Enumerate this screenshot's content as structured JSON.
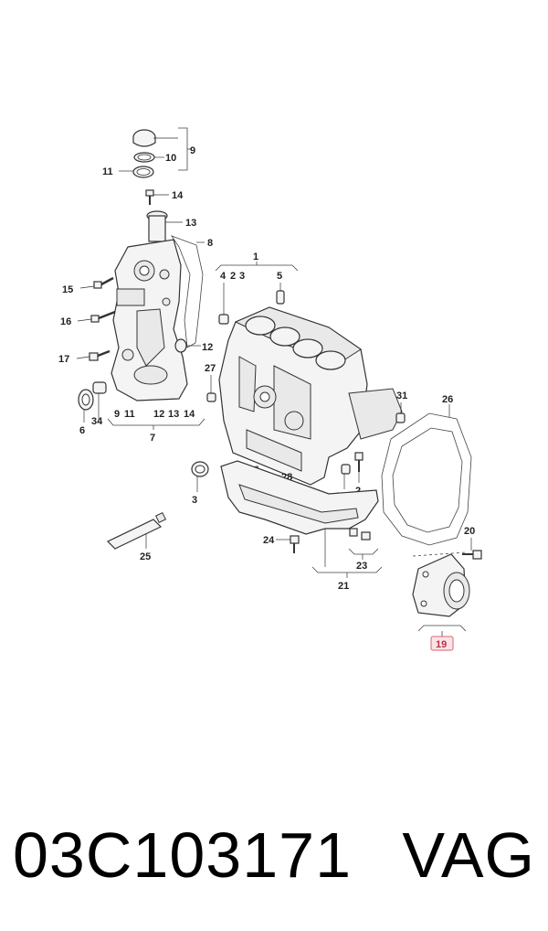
{
  "callouts": {
    "c1": "1",
    "c2": "2",
    "c2b": "2",
    "c3": "3",
    "c3b": "3",
    "c4": "4",
    "c5": "5",
    "c6": "6",
    "c7": "7",
    "c8": "8",
    "c9": "9",
    "c9b": "9",
    "c10": "10",
    "c11": "11",
    "c11b": "11",
    "c12": "12",
    "c12b": "12",
    "c13": "13",
    "c13b": "13",
    "c14": "14",
    "c14b": "14",
    "c15": "15",
    "c16": "16",
    "c17": "17",
    "c19": "19",
    "c20": "20",
    "c21": "21",
    "c23": "23",
    "c24": "24",
    "c25": "25",
    "c26": "26",
    "c27": "27",
    "c27b": "27",
    "c28": "28",
    "c31": "31",
    "c34": "34"
  },
  "highlight_color": "#d8646f",
  "footer": {
    "part_number": "03C103171",
    "brand": "VAG"
  }
}
